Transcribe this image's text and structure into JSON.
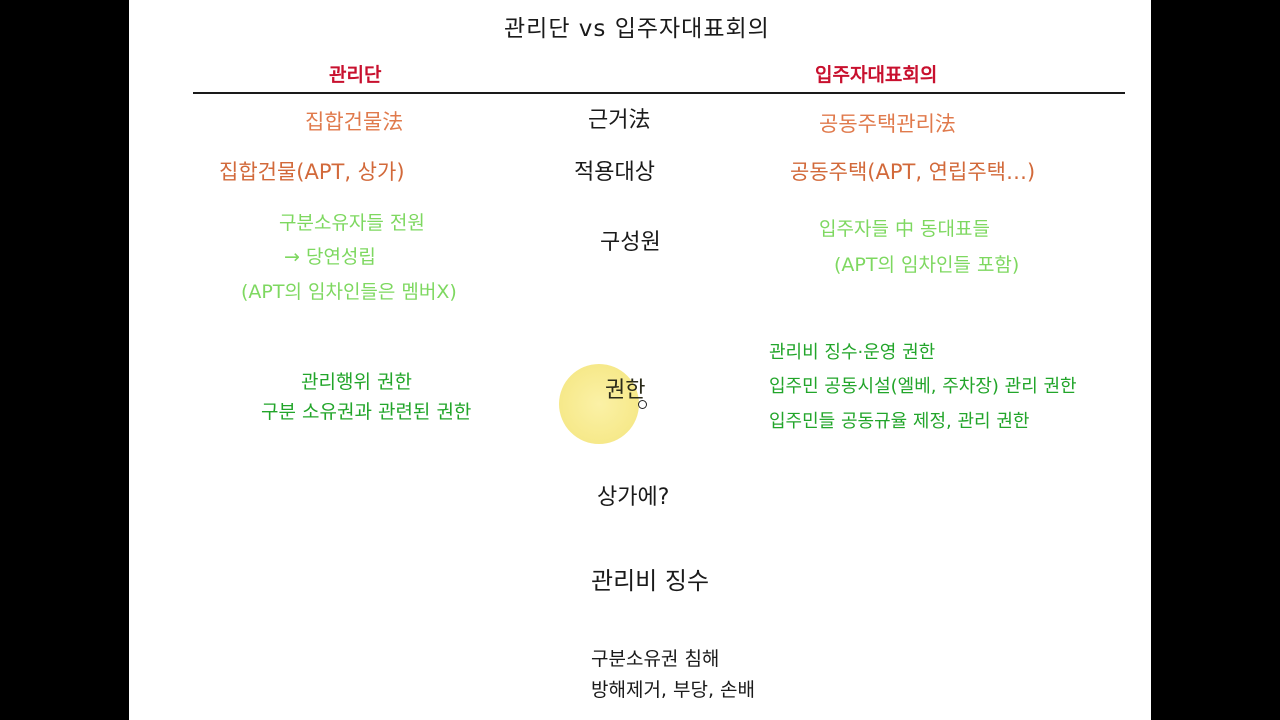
{
  "title": "관리단 vs 입주자대표회의",
  "headers": {
    "left": "관리단",
    "right": "입주자대표회의"
  },
  "rows": {
    "law": {
      "left": "집합건물法",
      "center": "근거法",
      "right": "공동주택관리法"
    },
    "target": {
      "left": "집합건물(APT, 상가)",
      "center": "적용대상",
      "right": "공동주택(APT, 연립주택…)"
    },
    "members": {
      "center": "구성원",
      "left_lines": [
        "구분소유자들 전원",
        "→ 당연성립",
        "(APT의 임차인들은 멤버X)"
      ],
      "right_lines": [
        "입주자들 中 동대표들",
        "(APT의 임차인들 포함)"
      ]
    },
    "authority": {
      "center": "권한",
      "left_lines": [
        "관리행위 권한",
        "구분 소유권과 관련된 권한"
      ],
      "right_lines": [
        "관리비 징수·운영 권한",
        "입주민 공동시설(엘베, 주차장) 관리 권한",
        "입주민들 공동규율 제정, 관리 권한"
      ]
    }
  },
  "bottom_topics": [
    "상가에?",
    "관리비 징수"
  ],
  "bottom_note_lines": [
    "구분소유권 침해",
    "방해제거, 부당, 손배"
  ]
}
